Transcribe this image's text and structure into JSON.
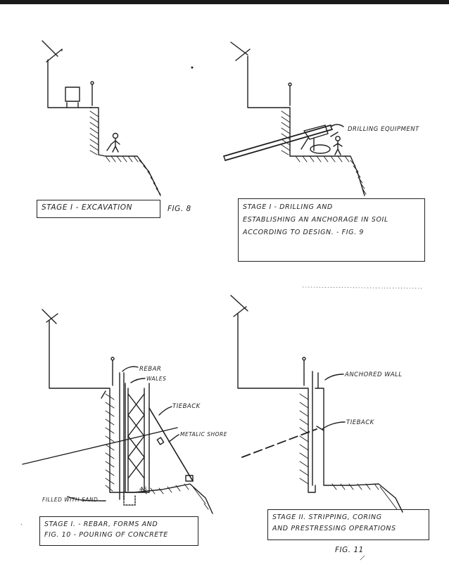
{
  "fig8": {
    "caption": "STAGE I - EXCAVATION",
    "label": "FIG. 8"
  },
  "fig9": {
    "annotation_drilling": "DRILLING EQUIPMENT",
    "caption_line1": "STAGE I - DRILLING AND",
    "caption_line2": "ESTABLISHING AN ANCHORAGE IN SOIL",
    "caption_line3": "ACCORDING TO DESIGN. - FIG. 9"
  },
  "fig10": {
    "annotation_rebar": "REBAR",
    "annotation_wales": "WALES",
    "annotation_tieback": "TIEBACK",
    "annotation_shore": "METALIC SHORE",
    "annotation_sand": "FILLED WITH SAND",
    "annotation_angle": "45",
    "caption_line1": "STAGE I. - REBAR, FORMS AND",
    "caption_line2": "FIG. 10    - POURING OF CONCRETE"
  },
  "fig11": {
    "annotation_wall": "ANCHORED WALL",
    "annotation_tieback": "TIEBACK",
    "caption_line1": "STAGE II.    STRIPPING, CORING",
    "caption_line2": "AND PRESTRESSING  OPERATIONS",
    "label": "FIG. 11"
  }
}
